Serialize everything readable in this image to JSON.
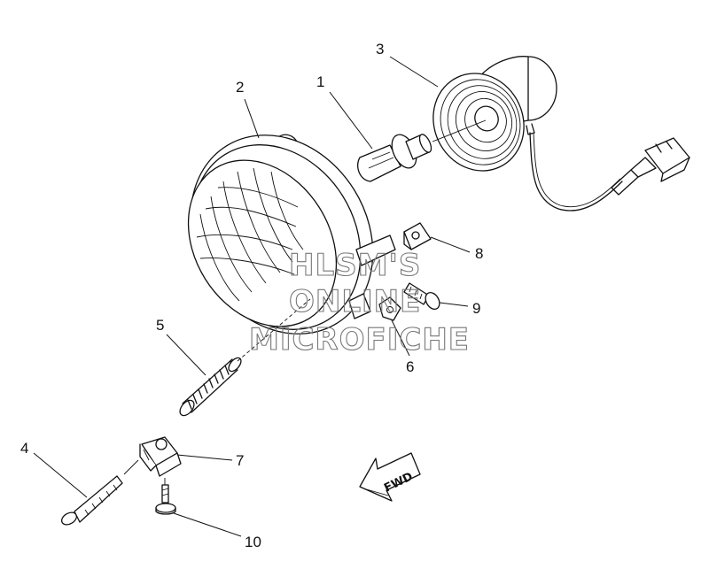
{
  "diagram": {
    "callouts": [
      {
        "id": "1",
        "label": "1"
      },
      {
        "id": "2",
        "label": "2"
      },
      {
        "id": "3",
        "label": "3"
      },
      {
        "id": "4",
        "label": "4"
      },
      {
        "id": "5",
        "label": "5"
      },
      {
        "id": "6",
        "label": "6"
      },
      {
        "id": "7",
        "label": "7"
      },
      {
        "id": "8",
        "label": "8"
      },
      {
        "id": "9",
        "label": "9"
      },
      {
        "id": "10",
        "label": "10"
      }
    ],
    "watermark": {
      "line1": "HLSM'S",
      "line2": "ONLINE",
      "line3": "MICROFICHE"
    },
    "direction_arrow": {
      "label": "FWD"
    }
  }
}
